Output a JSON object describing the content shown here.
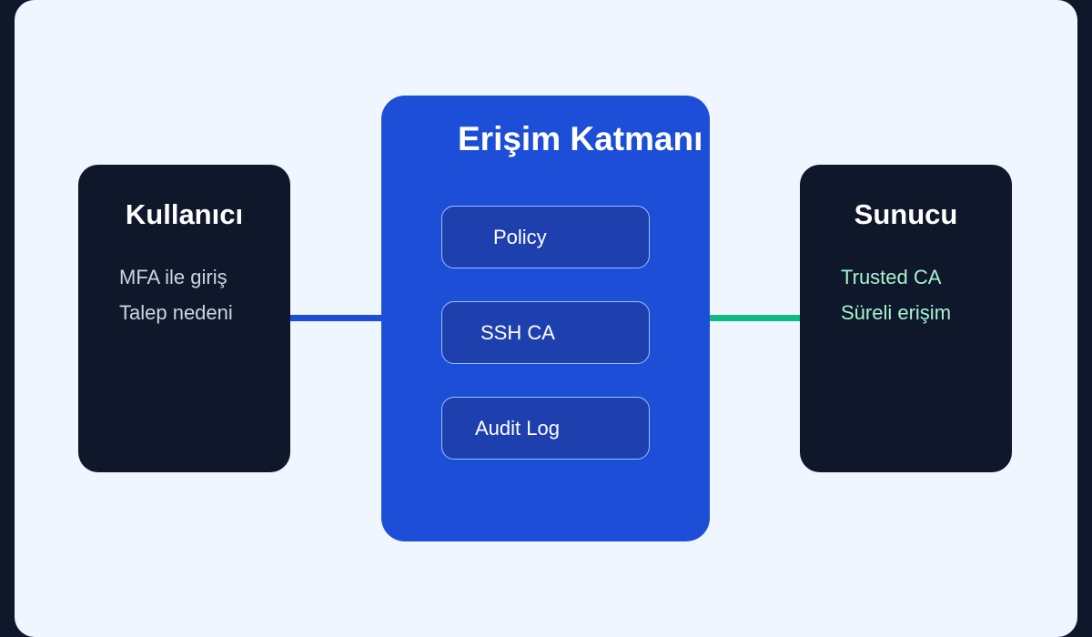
{
  "diagram": {
    "user_box": {
      "title": "Kullanıcı",
      "items": [
        "MFA ile giriş",
        "Talep nedeni"
      ]
    },
    "access_layer": {
      "title": "Erişim Katmanı",
      "modules": [
        "Policy",
        "SSH CA",
        "Audit Log"
      ]
    },
    "server_box": {
      "title": "Sunucu",
      "items": [
        "Trusted CA",
        "Süreli erişim"
      ]
    }
  },
  "colors": {
    "background": "#eff6ff",
    "dark_box": "#0f172a",
    "layer_blue": "#1d4ed8",
    "module_blue": "#1e40af",
    "link_blue": "#1d4ed8",
    "link_green": "#10b981",
    "server_text_green": "#a7f3d0"
  }
}
